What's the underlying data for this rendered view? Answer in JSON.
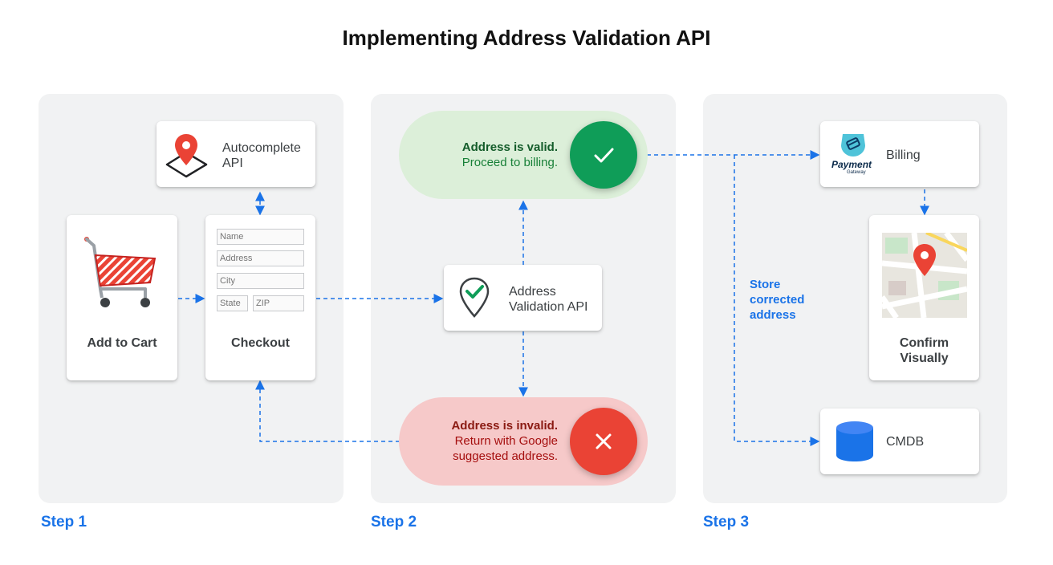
{
  "title": "Implementing Address Validation API",
  "steps": [
    {
      "label": "Step 1"
    },
    {
      "label": "Step 2"
    },
    {
      "label": "Step 3"
    }
  ],
  "step1": {
    "autocomplete_label_line1": "Autocomplete",
    "autocomplete_label_line2": "API",
    "cart_label": "Add to Cart",
    "checkout_label": "Checkout",
    "form": {
      "name_placeholder": "Name",
      "address_placeholder": "Address",
      "city_placeholder": "City",
      "state_placeholder": "State",
      "zip_placeholder": "ZIP"
    }
  },
  "step2": {
    "api_label_line1": "Address",
    "api_label_line2": "Validation API",
    "valid_line1": "Address is valid.",
    "valid_line2": "Proceed to billing.",
    "invalid_line1": "Address is invalid.",
    "invalid_line2": "Return with Google",
    "invalid_line3": "suggested address."
  },
  "step3": {
    "billing_label": "Billing",
    "payment_logo_word": "Payment",
    "payment_logo_sub": "Gateway",
    "confirm_line1": "Confirm",
    "confirm_line2": "Visually",
    "cmdb_label": "CMDB",
    "store_line1": "Store",
    "store_line2": "corrected",
    "store_line3": "address"
  },
  "colors": {
    "accent_blue": "#1a73e8",
    "valid_green": "#0f9d58",
    "valid_pill": "#dcefd9",
    "invalid_red": "#ea4335",
    "invalid_pill": "#f6c9c9",
    "panel_gray": "#f1f2f3"
  },
  "icons": [
    "map-pin-icon",
    "shopping-cart-icon",
    "location-check-icon",
    "checkmark-icon",
    "close-icon",
    "payment-gateway-icon",
    "map-icon",
    "database-icon"
  ]
}
